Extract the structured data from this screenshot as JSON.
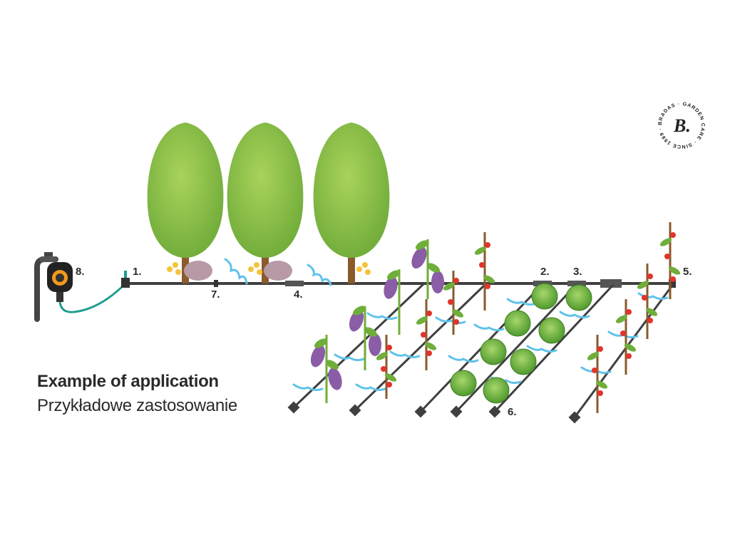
{
  "title": "Example of application",
  "subtitle": "Przykładowe zastosowanie",
  "labels": {
    "l1": "1.",
    "l2": "2.",
    "l3": "3.",
    "l4": "4.",
    "l5": "5.",
    "l6": "6.",
    "l7": "7.",
    "l8": "8."
  },
  "logo": {
    "letter": "B.",
    "ring_text": "BRADAS · GARDEN CARE · SINCE 1989 ·"
  },
  "colors": {
    "pipe": "#3f3f3f",
    "hose": "#1f9c8f",
    "tree_dark": "#6ea83a",
    "tree_light": "#9ccb4e",
    "trunk": "#8a5a2b",
    "water": "#5fc3ea",
    "cabbage": "#7bbf3d",
    "eggplant": "#8a5da6",
    "tomato": "#e2342b",
    "leaf": "#6fae3a",
    "timer_orange": "#f29a1c"
  },
  "icons": [
    "tap-icon",
    "timer-icon",
    "dripper-icon",
    "sprinkler-icon",
    "end-cap-icon"
  ]
}
